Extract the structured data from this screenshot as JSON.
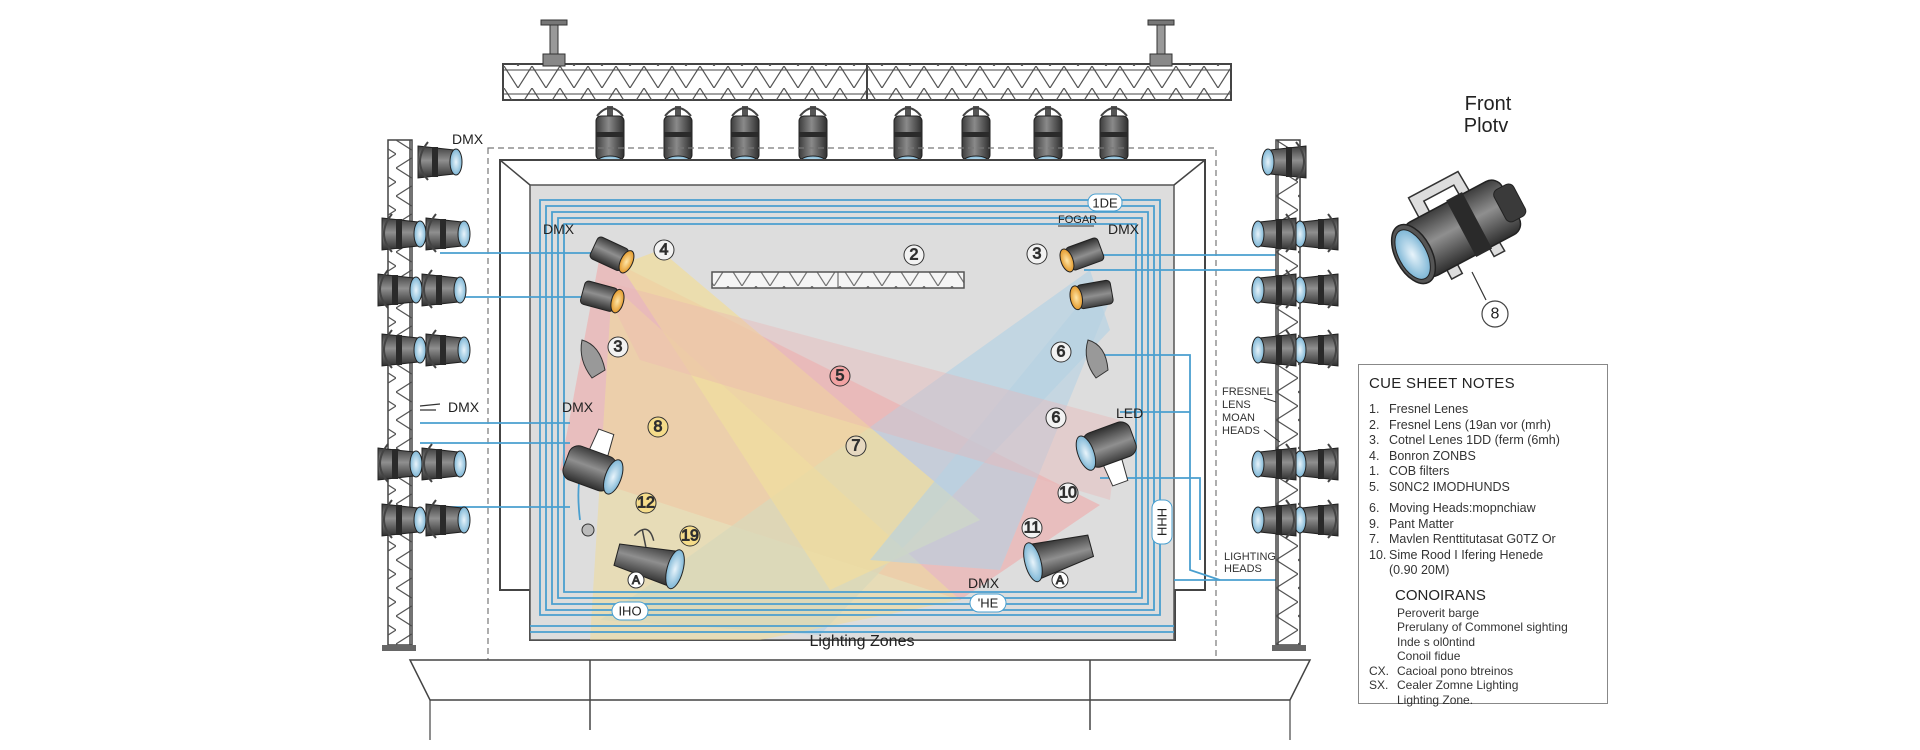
{
  "diagram": {
    "center_title": "Lighting Zones",
    "front_plot_title": [
      "Front",
      "Plotv"
    ],
    "front_plot_number": "8",
    "labels": {
      "dmx": "DMX",
      "dmx_arrow": "DMX",
      "fogar": "FOGAR",
      "led": "LED",
      "fresnel_side": [
        "FRESNEL",
        "LENS",
        "MOAN",
        "HEADS"
      ],
      "lighting_heads": [
        "LIGHTING",
        "HEADS"
      ],
      "pill_top": "1DE",
      "pill_bottom_left": "IHO",
      "pill_bottom_right": "'HE",
      "pill_right_vertical": "HHH",
      "circle_a_left": "A",
      "circle_a_right": "A"
    },
    "zone_numbers": {
      "n4": "4",
      "n2": "2",
      "n3r": "3",
      "n3l": "3",
      "n6a": "6",
      "n5": "5",
      "n6b": "6",
      "n8": "8",
      "n7": "7",
      "n12": "12",
      "n10": "10",
      "n19": "19",
      "n11": "11"
    },
    "beam_colors": {
      "yellow": "#f5dc8a",
      "red": "#f2a3a3",
      "blue": "#a9cfe6",
      "stage": "#dcdcdc",
      "cable": "#4a9fcf"
    }
  },
  "cue_sheet": {
    "title": "CUE SHEET NOTES",
    "items": [
      {
        "n": "1.",
        "t": "Fresnel Lenes"
      },
      {
        "n": "2.",
        "t": "Fresnel Lens (19an vor (mrh)"
      },
      {
        "n": "3.",
        "t": "Cotnel Lenes 1DD (ferm (6mh)"
      },
      {
        "n": "4.",
        "t": "Bonron ZONBS"
      },
      {
        "n": "1.",
        "t": "COB filters"
      },
      {
        "n": "5.",
        "t": "S0NC2 IMODHUNDS"
      }
    ],
    "items2": [
      {
        "n": "6.",
        "t": "Moving Heads:mopnchiaw"
      },
      {
        "n": "9.",
        "t": "Pant Matter"
      },
      {
        "n": "7.",
        "t": "Mavlen Renttitutasat G0TZ Or"
      },
      {
        "n": "10.",
        "t": "Sime Rood I Ifering Henede"
      },
      {
        "n": "",
        "t": "(0.90 20M)"
      }
    ],
    "conditions_title": "CONOIRANS",
    "conditions": [
      {
        "n": "",
        "t": "Peroverit barge"
      },
      {
        "n": "",
        "t": "Prerulany of Commonel sighting"
      },
      {
        "n": "",
        "t": "Inde s ol0ntind"
      },
      {
        "n": "",
        "t": "Conoil fidue"
      },
      {
        "n": "CX.",
        "t": "Cacioal pono btreinos"
      },
      {
        "n": "SX.",
        "t": "Cealer Zomne Lighting"
      },
      {
        "n": "",
        "t": "Lighting Zone."
      }
    ]
  }
}
